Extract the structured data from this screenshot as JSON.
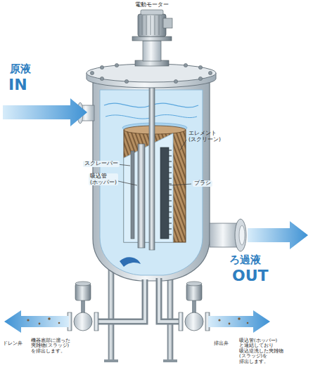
{
  "diagram": {
    "labels": [
      "電動モーター",
      "原液",
      "IN",
      "エレメント (スクリーン)",
      "スクレーパー",
      "吸込管 (ホッパー)",
      "ブラシ",
      "ろ過液",
      "OUT",
      "ドレン弁",
      "機器底部に溜った 夾雑物(スラッジ)を排出します。",
      "排出弁",
      "吸込管(ホッパー)と連結しており 吸込逆洗した夾雑物(スラッジ)を 排出します。"
    ]
  }
}
